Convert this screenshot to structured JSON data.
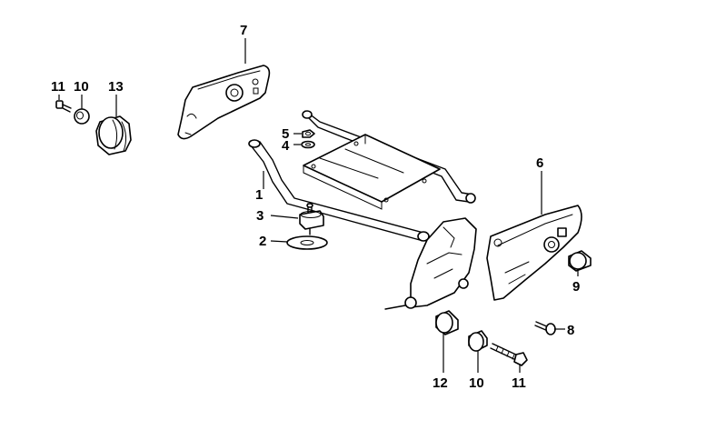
{
  "callouts": {
    "c1": "1",
    "c2": "2",
    "c3": "3",
    "c4": "4",
    "c5": "5",
    "c6": "6",
    "c7": "7",
    "c8": "8",
    "c9": "9",
    "c10_top": "10",
    "c10_bottom": "10",
    "c11_top": "11",
    "c11_bottom": "11",
    "c12": "12",
    "c13": "13"
  },
  "colors": {
    "ink": "#000000",
    "paper": "#ffffff"
  }
}
